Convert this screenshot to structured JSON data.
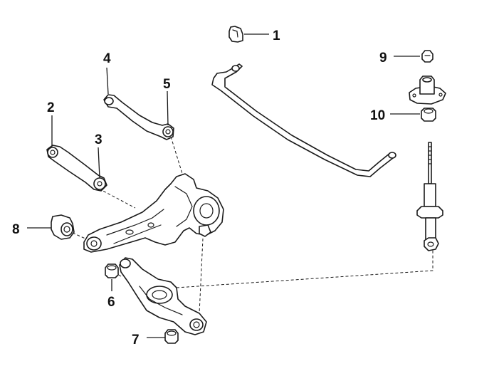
{
  "diagram": {
    "callouts": [
      {
        "id": "stabilizer-bushing",
        "label": "1"
      },
      {
        "id": "lateral-rod-lower",
        "label": "2"
      },
      {
        "id": "lateral-rod-lower-end",
        "label": "3"
      },
      {
        "id": "upper-arm",
        "label": "4"
      },
      {
        "id": "upper-arm-end",
        "label": "5"
      },
      {
        "id": "lower-arm-bushing",
        "label": "6"
      },
      {
        "id": "lower-arm-outer-bushing",
        "label": "7"
      },
      {
        "id": "knuckle-bushing",
        "label": "8"
      },
      {
        "id": "shock-nut",
        "label": "9"
      },
      {
        "id": "shock-mount-cushion",
        "label": "10"
      }
    ]
  }
}
